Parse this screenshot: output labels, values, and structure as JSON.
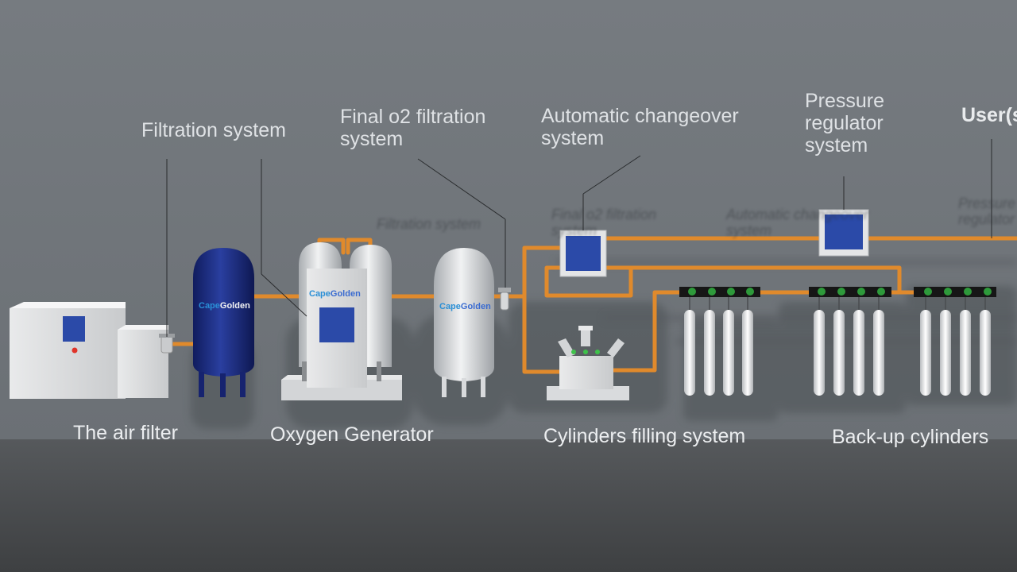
{
  "labels": {
    "top": {
      "filtration": "Filtration system",
      "final_o2": "Final o2 filtration\nsystem",
      "changeover": "Automatic changeover\nsystem",
      "pressure": "Pressure\nregulator\nsystem",
      "users": "User(s"
    },
    "bottom": {
      "air_filter": "The air filter",
      "oxygen_generator": "Oxygen Generator",
      "cylinders_filling": "Cylinders filling system",
      "backup": "Back-up cylinders"
    },
    "reflections": {
      "filtration": "Filtration system",
      "final_o2": "Final o2 filtration\nsystem",
      "changeover": "Automatic changeover\nsystem",
      "pressure": "Pressure\nregulator"
    }
  },
  "logo": {
    "part1": "Cape",
    "part2": "Golden"
  },
  "colors": {
    "pipe": "#e08a2c",
    "panel": "#2b4aa8",
    "tank_blue": "#1c2d86",
    "background": "#6f7479"
  }
}
